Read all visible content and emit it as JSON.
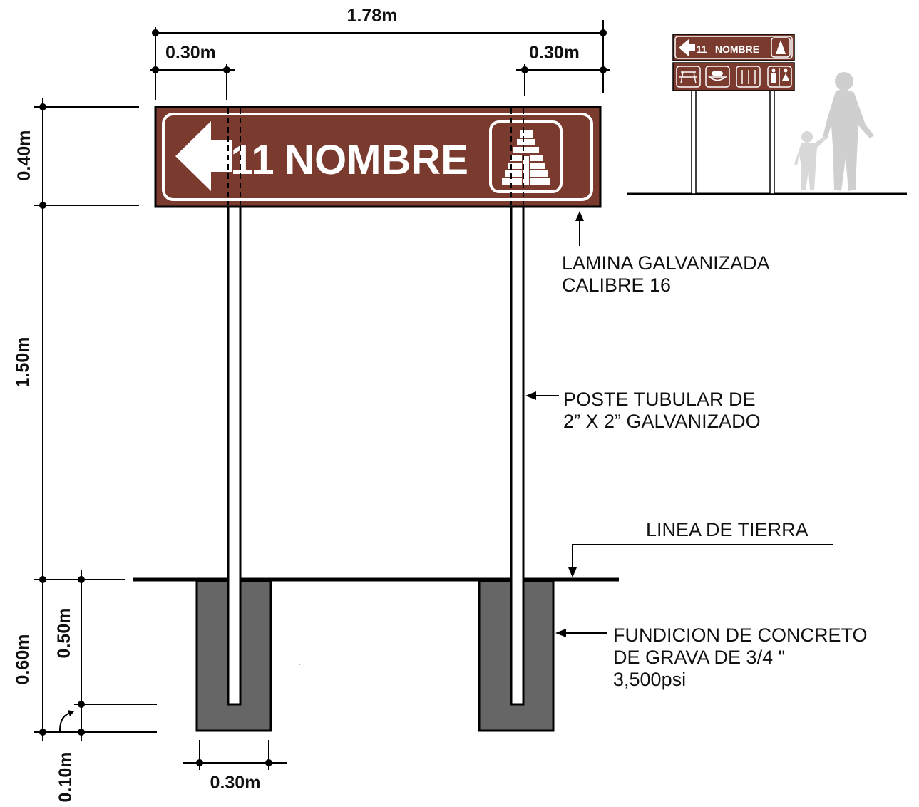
{
  "dimensions": {
    "total_width": "1.78m",
    "left_offset": "0.30m",
    "right_offset": "0.30m",
    "sign_height": "0.40m",
    "post_height": "1.50m",
    "footing_depth": "0.60m",
    "post_embed": "0.50m",
    "base_gap": "0.10m",
    "footing_width": "0.30m"
  },
  "sign": {
    "number": "11",
    "name": "NOMBRE",
    "background_color": "#7a3a2e",
    "border_color": "#ffffff"
  },
  "annotations": {
    "panel_line1": "LAMINA GALVANIZADA",
    "panel_line2": "CALIBRE 16",
    "post_line1": "POSTE TUBULAR DE",
    "post_line2": "2” X 2” GALVANIZADO",
    "ground": "LINEA DE TIERRA",
    "concrete_line1": "FUNDICION DE CONCRETO",
    "concrete_line2": "DE GRAVA DE 3/4 \"",
    "concrete_line3": "3,500psi"
  },
  "concrete_color": "#666666",
  "services_icons": [
    "picnic-table-icon",
    "boat-icon",
    "restaurant-icon",
    "restroom-icon"
  ],
  "figures": [
    "adult-silhouette",
    "child-silhouette"
  ]
}
